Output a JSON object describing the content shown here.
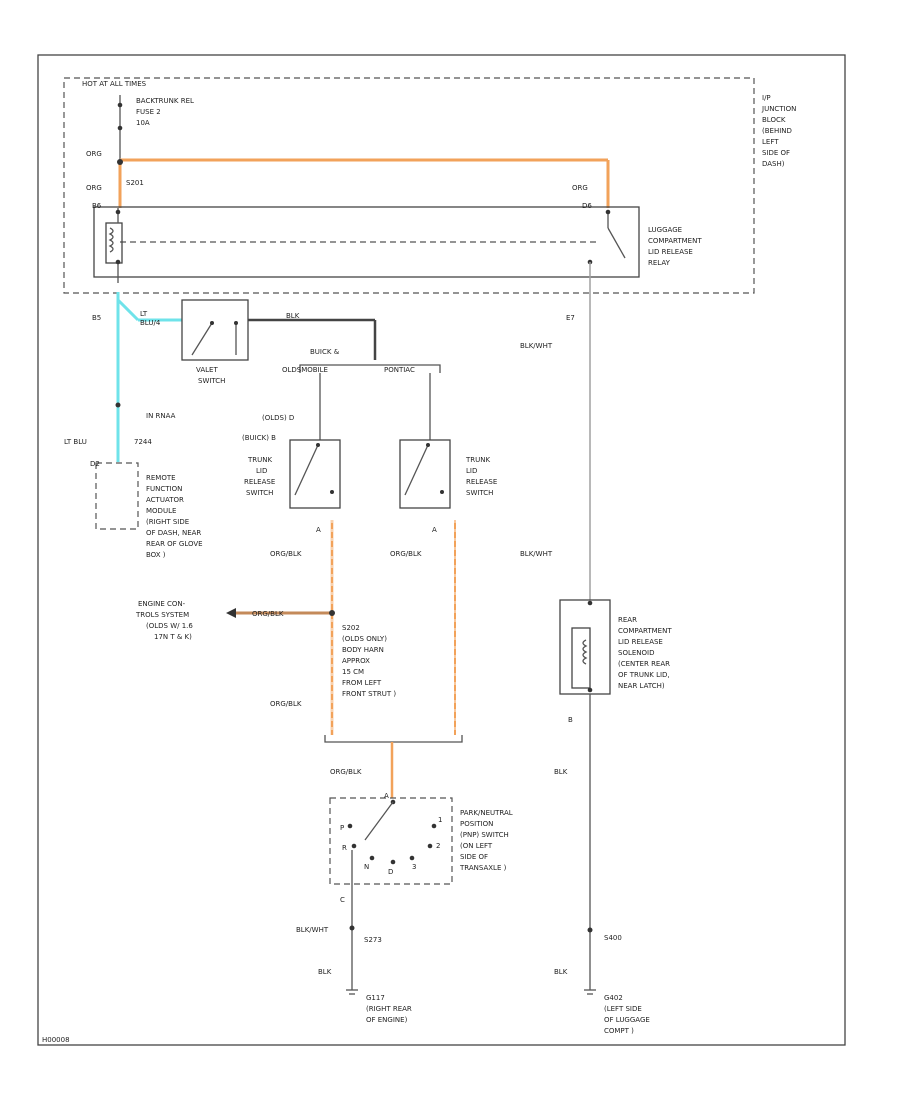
{
  "colors": {
    "orange": "#f2a25a",
    "cyan": "#6fe3ea",
    "gray_wire": "#a0a0a0",
    "dark_wire": "#444444"
  },
  "labels": {
    "hot_at_all_times": "HOT AT ALL TIMES",
    "fuse_name": "BACKTRUNK REL",
    "fuse_num": "FUSE 2",
    "fuse_amp": "10A",
    "ip_junction": [
      "I/P",
      "JUNCTION",
      "BLOCK",
      "(BEHIND",
      "LEFT",
      "SIDE OF",
      "DASH)"
    ],
    "org_1": "ORG",
    "org_2": "ORG",
    "org_3": "ORG",
    "splice_s201": "S201",
    "pin_b6": "B6",
    "pin_d6": "D6",
    "relay_name": [
      "LUGGAGE",
      "COMPARTMENT",
      "LID RELEASE",
      "RELAY"
    ],
    "pin_b5": "B5",
    "pin_e7": "E7",
    "lt_blu_1": "LT",
    "lt_blu_2": "BLU/4",
    "blk_1": "BLK",
    "valet_switch": [
      "VALET",
      "SWITCH"
    ],
    "buick_olds": [
      "BUICK &",
      "OLDSMOBILE"
    ],
    "pontiac": "PONTIAC",
    "olds_d": "(OLDS)   D",
    "buick_b": "(BUICK)   B",
    "in_rnaa": "IN RNAA",
    "lt_blu_bottom": "LT BLU",
    "code_7244": "7244",
    "pin_d2": "D2",
    "remote_module": [
      "REMOTE",
      "FUNCTION",
      "ACTUATOR",
      "MODULE",
      "(RIGHT SIDE",
      "OF DASH, NEAR",
      "REAR OF GLOVE",
      "BOX )"
    ],
    "trunk_switch_1": [
      "TRUNK",
      "LID",
      "RELEASE",
      "SWITCH"
    ],
    "trunk_switch_2": [
      "TRUNK",
      "LID",
      "RELEASE",
      "SWITCH"
    ],
    "pin_a_1": "A",
    "pin_a_2": "A",
    "org_blk_1": "ORG/BLK",
    "org_blk_2": "ORG/BLK",
    "blk_wht_1": "BLK/WHT",
    "blk_wht_2": "BLK/WHT",
    "engine_controls": [
      "ENGINE CON-",
      "TROLS SYSTEM",
      "(OLDS W/ 1.6",
      "17N T & K)"
    ],
    "org_blk_engine": "ORG/BLK",
    "splice_s202": [
      "S202",
      "(OLDS ONLY)",
      "BODY HARN",
      "APPROX",
      "15 CM",
      "FROM LEFT",
      "FRONT STRUT )"
    ],
    "org_blk_3": "ORG/BLK",
    "org_blk_4": "ORG/BLK",
    "solenoid": [
      "REAR",
      "COMPARTMENT",
      "LID RELEASE",
      "SOLENOID",
      "(CENTER REAR",
      "OF TRUNK LID,",
      "NEAR LATCH)"
    ],
    "pin_b": "B",
    "blk_2": "BLK",
    "pnp_switch": [
      "PARK/NEUTRAL",
      "POSITION",
      "(PNP) SWITCH",
      "(ON LEFT",
      "SIDE OF",
      "TRANSAXLE )"
    ],
    "pnp_p": "P",
    "pnp_r": "R",
    "pnp_n": "N",
    "pnp_d": "D",
    "pnp_3": "3",
    "pnp_2": "2",
    "pnp_1": "1",
    "pnp_a": "A",
    "pnp_c": "C",
    "blk_wht_3": "BLK/WHT",
    "splice_s273": "S273",
    "splice_s400": "S400",
    "blk_3": "BLK",
    "blk_4": "BLK",
    "ground_g117": [
      "G117",
      "(RIGHT REAR",
      "OF ENGINE)"
    ],
    "ground_g402": [
      "G402",
      "(LEFT SIDE",
      "OF LUGGAGE",
      "COMPT )"
    ],
    "diagram_code": "H00008"
  }
}
